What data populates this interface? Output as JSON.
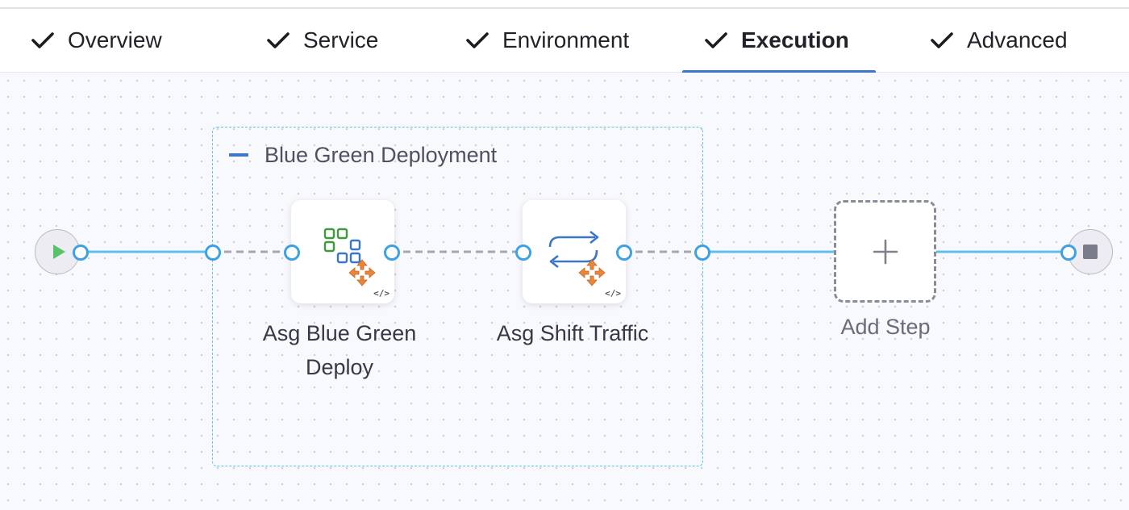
{
  "tabs": [
    {
      "label": "Overview",
      "completed": true,
      "active": false
    },
    {
      "label": "Service",
      "completed": true,
      "active": false
    },
    {
      "label": "Environment",
      "completed": true,
      "active": false
    },
    {
      "label": "Execution",
      "completed": true,
      "active": true
    },
    {
      "label": "Advanced",
      "completed": true,
      "active": false
    }
  ],
  "pipeline": {
    "group": {
      "title": "Blue Green Deployment"
    },
    "steps": [
      {
        "label_line1": "Asg Blue Green",
        "label_line2": "Deploy",
        "icon": "asg-blue-green-deploy-icon"
      },
      {
        "label_line1": "Asg Shift Traffic",
        "icon": "asg-shift-traffic-icon"
      }
    ],
    "add_step_label": "Add Step"
  },
  "colors": {
    "accent": "#3b76c8",
    "wire": "#5ec0ea",
    "port": "#3fa0e6",
    "group_border": "#5fc6e1",
    "dashed_wire": "#a5a7b3",
    "start_play": "#59c26b"
  }
}
